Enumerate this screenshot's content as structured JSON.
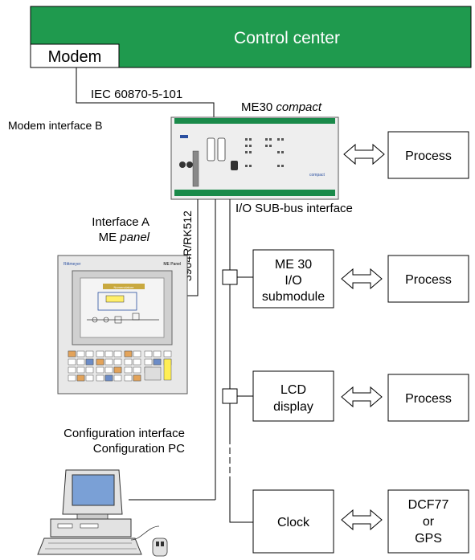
{
  "control_center": {
    "title": "Control center",
    "modem_label": "Modem",
    "fill_color": "#1f9a4e"
  },
  "links": {
    "iec": "IEC 60870-5-101",
    "modem_interface": "Modem interface B",
    "io_subbus": "I/O SUB-bus interface",
    "serial": "3964R/RK512"
  },
  "device": {
    "name_prefix": "ME30 ",
    "name_italic": "compact",
    "badge": "compact"
  },
  "panel": {
    "line1": "Interface A",
    "line2_prefix": "ME ",
    "line2_italic": "panel",
    "brand": "Rittmeyer",
    "model": "ME Panel",
    "screen_title": "Nomenclature"
  },
  "config": {
    "line1": "Configuration interface",
    "line2": "Configuration PC"
  },
  "modules": {
    "submodule": [
      "ME 30",
      "I/O",
      "submodule"
    ],
    "lcd": [
      "LCD",
      "display"
    ],
    "clock": "Clock"
  },
  "targets": {
    "process1": "Process",
    "process2": "Process",
    "process3": "Process",
    "dcf": [
      "DCF77",
      "or",
      "GPS"
    ]
  }
}
